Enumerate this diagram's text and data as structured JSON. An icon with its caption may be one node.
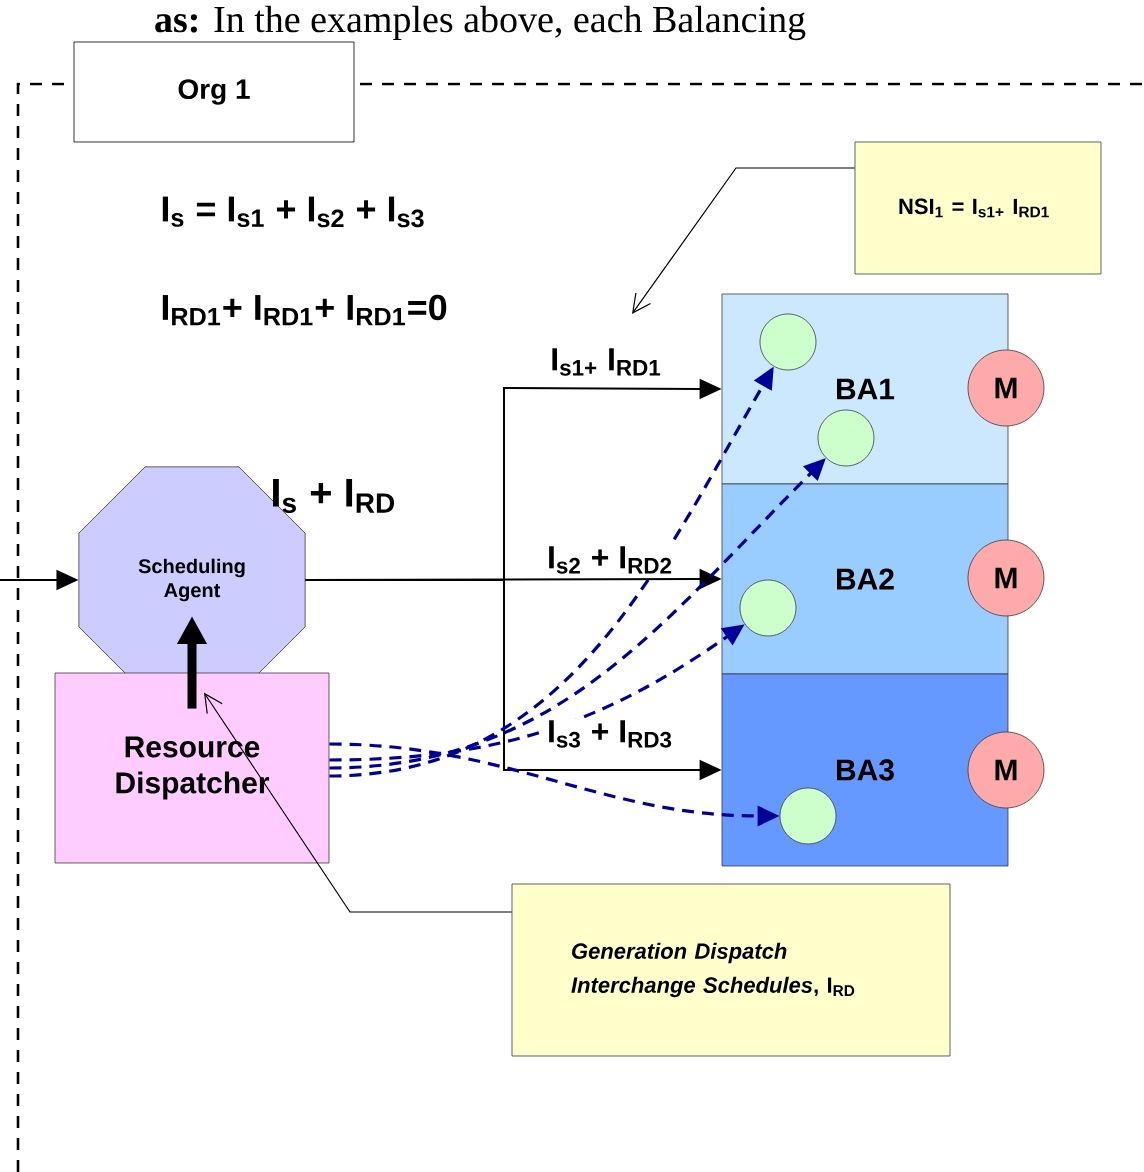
{
  "diagram": {
    "nodes": [
      {
        "text": [
          "Org 1"
        ]
      },
      {
        "text": [
          "NSI$_{1}$ = I$_{s1+}$ I$_{RD1}$"
        ]
      },
      {
        "text": [
          "Scheduling Agent"
        ]
      },
      {
        "text": [
          "Resource Dispatcher"
        ]
      },
      {
        "text": [
          "BA1"
        ]
      },
      {
        "text": [
          "BA2"
        ]
      },
      {
        "text": [
          "BA3"
        ]
      },
      {
        "text": [
          "M"
        ]
      },
      {
        "text": [
          "M"
        ]
      },
      {
        "text": [
          "M"
        ]
      },
      {
        "text": [],
        "shape": "circle",
        "in": 4
      },
      {
        "text": [],
        "shape": "circle",
        "in": 4
      },
      {
        "text": [],
        "shape": "circle",
        "in": 5
      },
      {
        "text": [],
        "shape": "circle",
        "in": 6
      },
      {
        "text": [
          "*Generation Dispatch Interchange Schedules*, I$_{RD}$"
        ]
      }
    ],
    "edges": [
      {
        "from": null,
        "to": 2,
        "arrow": "to"
      },
      {
        "from": 2,
        "to": 4,
        "arrow": "to",
        "label": "I$_{s1+}$ I$_{RD1}$"
      },
      {
        "from": 2,
        "to": 5,
        "arrow": "to",
        "label": "I$_{s2}$ + I$_{RD2}$"
      },
      {
        "from": 2,
        "to": 6,
        "arrow": "to",
        "label": "I$_{s3}$ + I$_{RD3}$"
      },
      {
        "from": 3,
        "to": 2,
        "arrow": "to",
        "style": "thick"
      },
      {
        "from": 3,
        "to": 10,
        "arrow": "to",
        "style": "dashed",
        "color": "#000099"
      },
      {
        "from": 3,
        "to": 11,
        "arrow": "to",
        "style": "dashed",
        "color": "#000099"
      },
      {
        "from": 3,
        "to": 12,
        "arrow": "to",
        "style": "dashed",
        "color": "#000099"
      },
      {
        "from": 3,
        "to": 13,
        "arrow": "to",
        "style": "dashed",
        "color": "#000099"
      },
      {
        "from": 1,
        "to": null,
        "arrow": "to"
      },
      {
        "from": 14,
        "to": 3,
        "arrow": "to"
      }
    ],
    "labels": [
      "**as:** In the examples above, each Balancing",
      "I$_{s}$ = I$_{s1}$ + I$_{s2}$ + I$_{s3}$",
      "I$_{RD1}$+ I$_{RD1}$+ I$_{RD1}$=0",
      "I$_{s}$ + I$_{RD}$"
    ]
  }
}
